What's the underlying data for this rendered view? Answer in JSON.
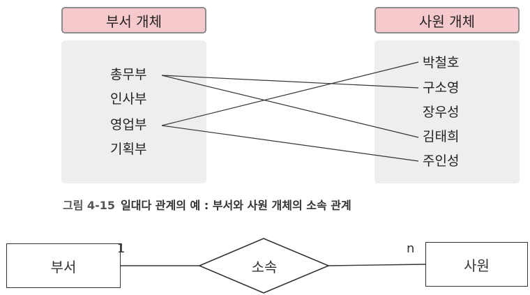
{
  "figure": {
    "dept_entity": {
      "title": "부서 개체",
      "items": [
        "총무부",
        "인사부",
        "영업부",
        "기획부"
      ]
    },
    "emp_entity": {
      "title": "사원 개체",
      "items": [
        "박철호",
        "구소영",
        "장우성",
        "김태희",
        "주인성"
      ]
    },
    "links": [
      {
        "from": "총무부",
        "to": "구소영"
      },
      {
        "from": "총무부",
        "to": "김태희"
      },
      {
        "from": "영업부",
        "to": "박철호"
      },
      {
        "from": "영업부",
        "to": "주인성"
      }
    ],
    "caption_number": "그림 4-15",
    "caption_text": "일대다 관계의 예 : 부서와 사원 개체의 소속 관계"
  },
  "er_diagram": {
    "left_entity": "부서",
    "relationship": "소속",
    "right_entity": "사원",
    "left_cardinality": "1",
    "right_cardinality": "n"
  },
  "colors": {
    "header_fill": "#f6c9cd",
    "panel_fill": "#eeeeee",
    "line": "#333333"
  }
}
